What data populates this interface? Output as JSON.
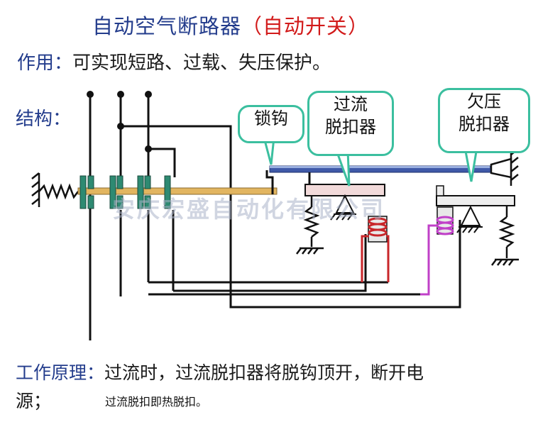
{
  "title": {
    "main": "自动空气断路器",
    "paren": "（自动开关）"
  },
  "function": {
    "label": "作用：",
    "text": "可实现短路、过载、失压保护。"
  },
  "structure": {
    "label": "结构："
  },
  "callouts": {
    "lock": "锁钩",
    "overcurrent_line1": "过流",
    "overcurrent_line2": "脱扣器",
    "undervoltage_line1": "欠压",
    "undervoltage_line2": "脱扣器"
  },
  "principle": {
    "label": "工作原理：",
    "text_line1": "过流时，过流脱扣器将脱钩顶开，断开电",
    "text_line2": "源；",
    "note": "过流脱扣即热脱扣。"
  },
  "watermark": "安庆宏盛自动化有限公司",
  "colors": {
    "title": "#233c8c",
    "accent_red": "#d21a1a",
    "callout_border": "#3bbf9f",
    "rod": "#e2b560",
    "lever": "#3f59a8",
    "contact": "#2e8a72",
    "wire_red": "#c8262a",
    "wire_magenta": "#c040c8"
  }
}
